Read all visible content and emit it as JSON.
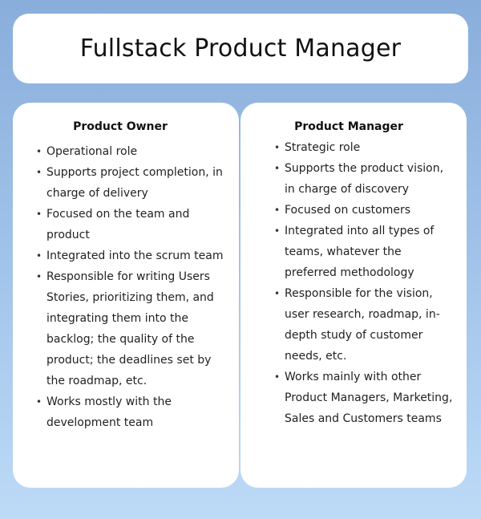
{
  "title": "Fullstack Product Manager",
  "colors": {
    "background_top": "#89aedb",
    "background_bottom": "#bddaf7",
    "card": "#ffffff",
    "text": "#111111"
  },
  "columns": [
    {
      "heading": "Product Owner",
      "items": [
        "Operational role",
        "Supports project completion, in charge of delivery",
        "Focused on the team and product",
        "Integrated into the scrum team",
        "Responsible for writing Users Stories, prioritizing them, and integrating them into the backlog; the quality of the product; the deadlines set by the roadmap, etc.",
        "Works mostly with the development team"
      ]
    },
    {
      "heading": "Product Manager",
      "items": [
        "Strategic role",
        "Supports the product vision, in charge of discovery",
        "Focused on customers",
        "Integrated into all types of teams, whatever the preferred methodology",
        "Responsible for the vision, user research, roadmap, in-depth study of customer needs, etc.",
        "Works mainly with other Product Managers, Marketing, Sales and Customers teams"
      ]
    }
  ],
  "bullet_glyph": "•"
}
